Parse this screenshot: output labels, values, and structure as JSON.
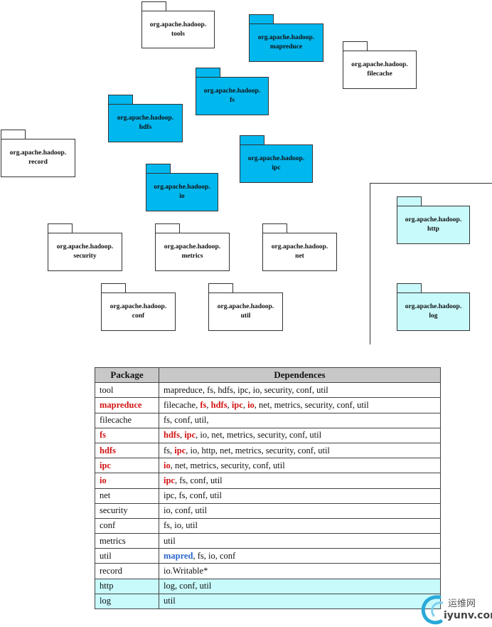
{
  "packages": {
    "tools": {
      "line1": "org.apache.hadoop.",
      "line2": "tools"
    },
    "mapreduce": {
      "line1": "org.apache.hadoop.",
      "line2": "mapreduce"
    },
    "filecache": {
      "line1": "org.apache.hadoop.",
      "line2": "filecache"
    },
    "fs": {
      "line1": "org.apache.hadoop.",
      "line2": "fs"
    },
    "hdfs": {
      "line1": "org.apache.hadoop.",
      "line2": "hdfs"
    },
    "record": {
      "line1": "org.apache.hadoop.",
      "line2": "record"
    },
    "ipc": {
      "line1": "org.apache.hadoop.",
      "line2": "ipc"
    },
    "io": {
      "line1": "org.apache.hadoop.",
      "line2": "io"
    },
    "http": {
      "line1": "org.apache.hadoop.",
      "line2": "http"
    },
    "security": {
      "line1": "org.apache.hadoop.",
      "line2": "security"
    },
    "metrics": {
      "line1": "org.apache.hadoop.",
      "line2": "metrics"
    },
    "net": {
      "line1": "org.apache.hadoop.",
      "line2": "net"
    },
    "log": {
      "line1": "org.apache.hadoop.",
      "line2": "log"
    },
    "conf": {
      "line1": "org.apache.hadoop.",
      "line2": "conf"
    },
    "util": {
      "line1": "org.apache.hadoop.",
      "line2": "util"
    }
  },
  "colors": {
    "core": "#00b7ee",
    "peripheral": "#ffffff",
    "http_log": "#c8fafc",
    "highlight_red": "#d21414",
    "highlight_blue": "#2a66c9"
  },
  "table": {
    "header": {
      "package": "Package",
      "dependences": "Dependences"
    },
    "rows": [
      {
        "package": "tool",
        "deps": [
          {
            "t": "mapreduce, fs, hdfs, ipc, io, security, conf, util"
          }
        ]
      },
      {
        "package": "mapreduce",
        "deps": [
          {
            "t": "filecache, "
          },
          {
            "t": "fs",
            "s": "red"
          },
          {
            "t": ", "
          },
          {
            "t": "hdfs",
            "s": "red"
          },
          {
            "t": ", "
          },
          {
            "t": "ipc",
            "s": "red"
          },
          {
            "t": ", "
          },
          {
            "t": "io",
            "s": "red"
          },
          {
            "t": ", net, metrics, security, conf, util"
          }
        ]
      },
      {
        "package": "filecache",
        "deps": [
          {
            "t": "fs, conf, util,"
          }
        ]
      },
      {
        "package": "fs",
        "deps": [
          {
            "t": "hdfs",
            "s": "red"
          },
          {
            "t": ", "
          },
          {
            "t": "ipc",
            "s": "red"
          },
          {
            "t": ", io, net, metrics, security, conf, util"
          }
        ]
      },
      {
        "package": "hdfs",
        "deps": [
          {
            "t": "fs, "
          },
          {
            "t": "ipc",
            "s": "red"
          },
          {
            "t": ", io, http, net, metrics, security, conf, util"
          }
        ]
      },
      {
        "package": "ipc",
        "deps": [
          {
            "t": "io",
            "s": "red"
          },
          {
            "t": ", net, metrics, security, conf, util"
          }
        ]
      },
      {
        "package": "io",
        "deps": [
          {
            "t": "ipc",
            "s": "red"
          },
          {
            "t": ", fs, conf, util"
          }
        ]
      },
      {
        "package": "net",
        "deps": [
          {
            "t": "ipc, fs, conf, util"
          }
        ]
      },
      {
        "package": "security",
        "deps": [
          {
            "t": "io, conf, util"
          }
        ]
      },
      {
        "package": "conf",
        "deps": [
          {
            "t": "fs, io, util"
          }
        ]
      },
      {
        "package": "metrics",
        "deps": [
          {
            "t": "util"
          }
        ]
      },
      {
        "package": "util",
        "deps": [
          {
            "t": "mapred",
            "s": "blue"
          },
          {
            "t": ", fs, io, conf"
          }
        ]
      },
      {
        "package": "record",
        "deps": [
          {
            "t": "io.Writable*"
          }
        ]
      },
      {
        "package": "http",
        "deps": [
          {
            "t": "log, conf, util"
          }
        ]
      },
      {
        "package": "log",
        "deps": [
          {
            "t": "util"
          }
        ]
      }
    ]
  },
  "watermark": {
    "chinese": "运维网",
    "site": "iyunv.com"
  }
}
